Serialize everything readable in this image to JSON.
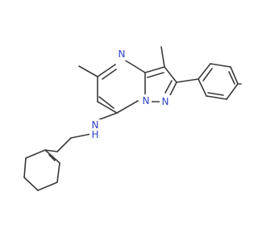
{
  "colors": {
    "bond": "#3a3a3a",
    "nitrogen": "#2f43c8",
    "background": "#ffffff"
  },
  "atoms": {
    "n_pyrimidine": "N",
    "n_bridge": "N",
    "n_pyrazole": "N",
    "n_amine": "N",
    "h_amine": "H"
  }
}
